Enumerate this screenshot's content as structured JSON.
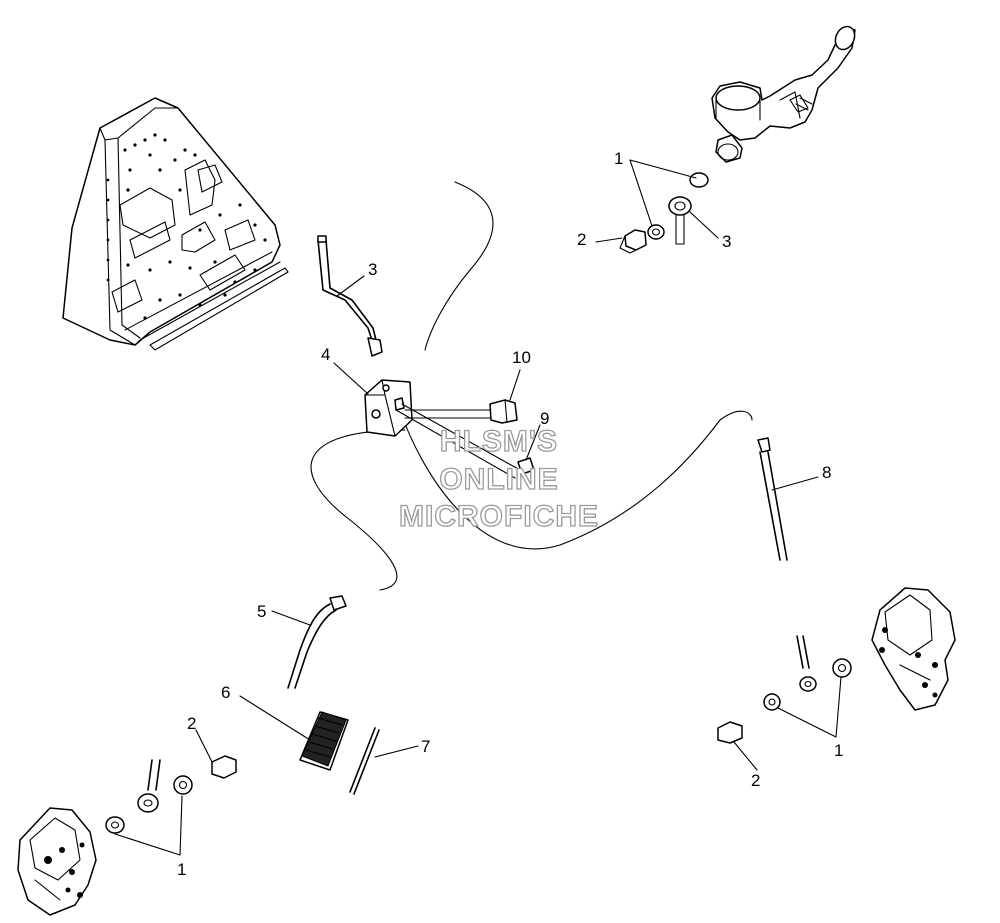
{
  "callouts": [
    {
      "id": "c1a",
      "label": "1"
    },
    {
      "id": "c2a",
      "label": "2"
    },
    {
      "id": "c3a",
      "label": "3"
    },
    {
      "id": "c3b",
      "label": "3"
    },
    {
      "id": "c4",
      "label": "4"
    },
    {
      "id": "c10",
      "label": "10"
    },
    {
      "id": "c9",
      "label": "9"
    },
    {
      "id": "c8",
      "label": "8"
    },
    {
      "id": "c5",
      "label": "5"
    },
    {
      "id": "c6",
      "label": "6"
    },
    {
      "id": "c7",
      "label": "7"
    },
    {
      "id": "c2b",
      "label": "2"
    },
    {
      "id": "c1b",
      "label": "1"
    },
    {
      "id": "c2c",
      "label": "2"
    },
    {
      "id": "c1c",
      "label": "1"
    }
  ],
  "watermark": {
    "line1": "HLSM'S",
    "line2": "ONLINE",
    "line3": "MICROFICHE"
  }
}
